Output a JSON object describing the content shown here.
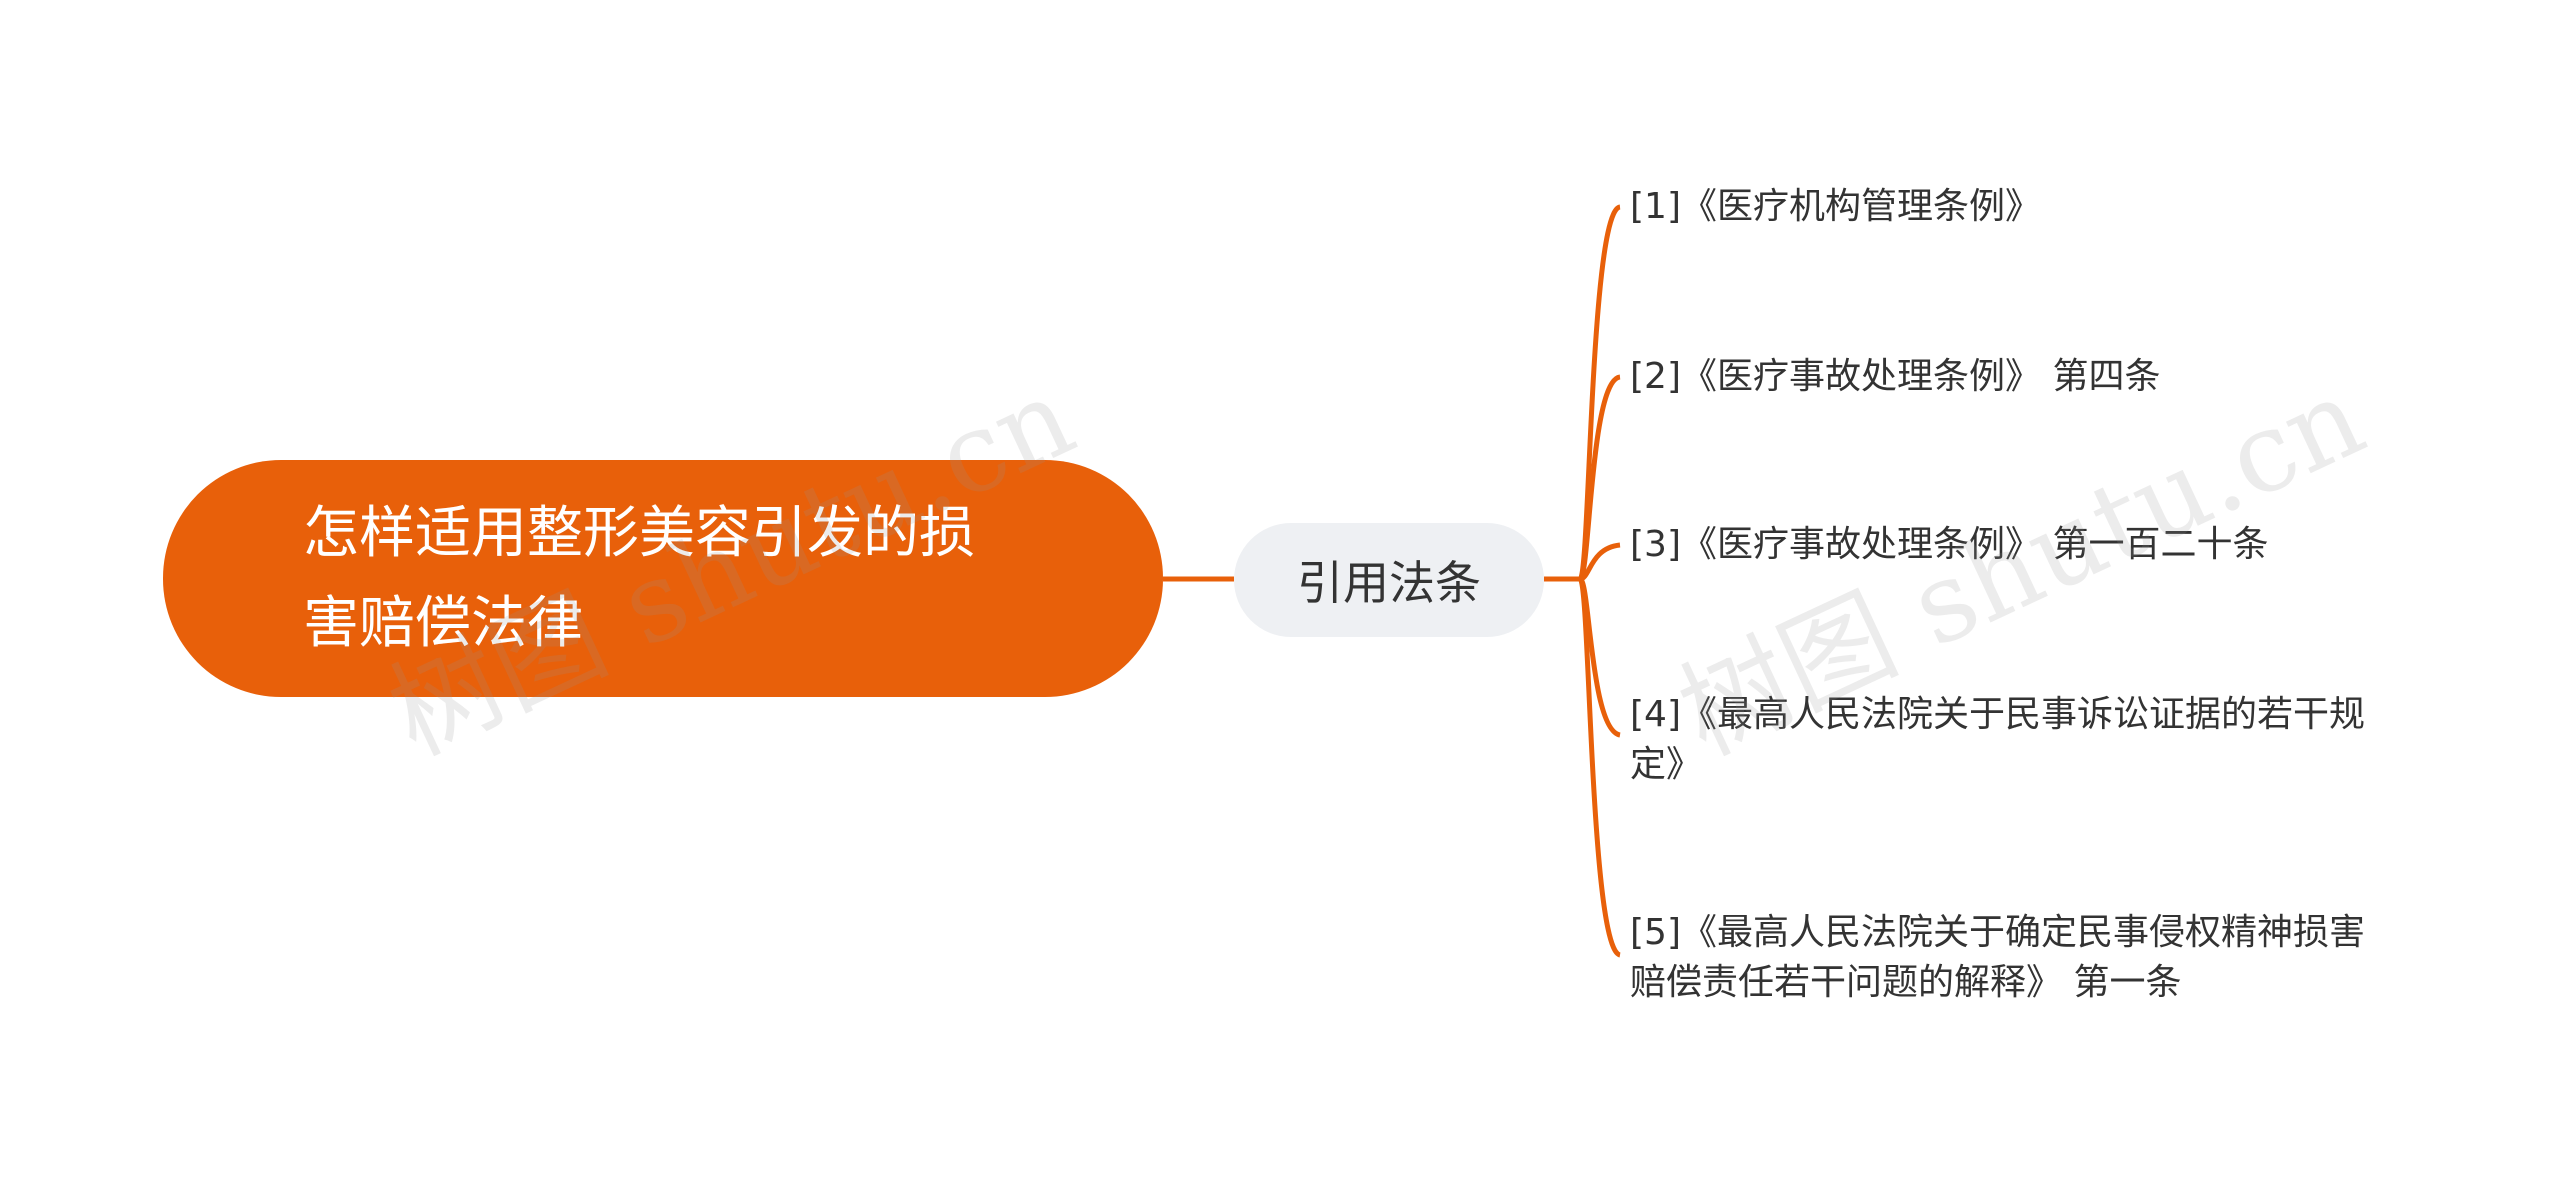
{
  "root": {
    "text": "怎样适用整形美容引发的损害赔偿法律"
  },
  "branch": {
    "text": "引用法条"
  },
  "leaves": [
    {
      "text": "[1]《医疗机构管理条例》"
    },
    {
      "text": "[2]《医疗事故处理条例》 第四条"
    },
    {
      "text": "[3]《医疗事故处理条例》 第一百二十条"
    },
    {
      "text": "[4]《最高人民法院关于民事诉讼证据的若干规定》"
    },
    {
      "text": "[5]《最高人民法院关于确定民事侵权精神损害赔偿责任若干问题的解释》 第一条"
    }
  ],
  "watermarks": [
    {
      "text": "树图 shutu.cn"
    },
    {
      "text": "树图 shutu.cn"
    }
  ],
  "colors": {
    "accent": "#e8600a",
    "branch_bg": "#eef0f3",
    "text": "#333333"
  }
}
